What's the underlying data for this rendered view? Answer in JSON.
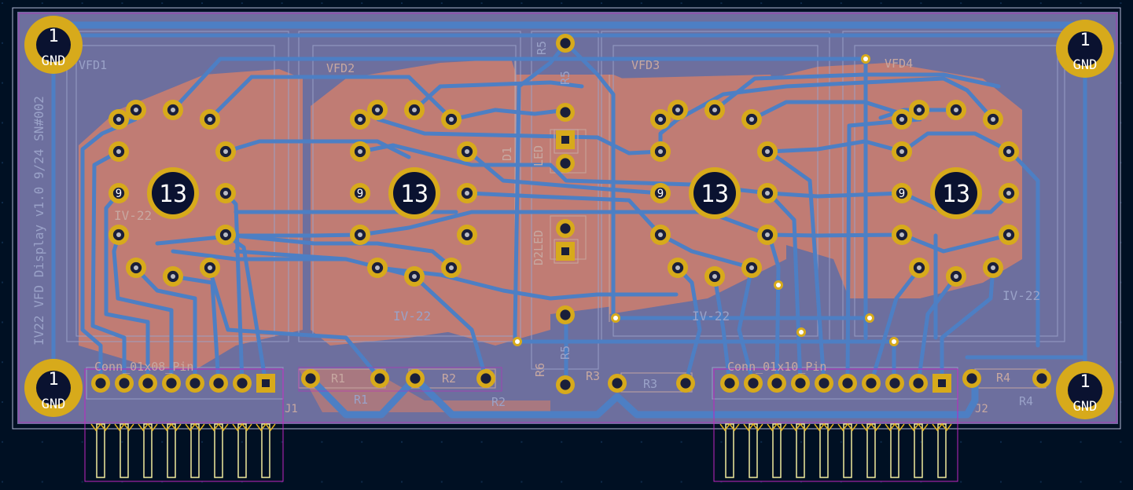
{
  "board": {
    "side_text": "IV22 VFD Display v1.0 9/24 SN#002",
    "colors": {
      "background": "#001023",
      "dots": "#0d2a4a",
      "front_copper": "#c67d72",
      "back_copper": "#4d7fc4",
      "board_tint": "#6d6f9e",
      "pad_gold": "#d7aa1b",
      "silk_front": "#c7a8a1",
      "silk_back": "#9aa2c8",
      "courtyard": "#c026c0",
      "fab_yellow": "#f1eb9c",
      "outline": "#b5b7d6"
    }
  },
  "mounting_holes": [
    {
      "number": "1",
      "net": "GND"
    },
    {
      "number": "1",
      "net": "GND"
    },
    {
      "number": "1",
      "net": "GND"
    },
    {
      "number": "1",
      "net": "GND"
    }
  ],
  "tubes": [
    {
      "ref": "VFD1",
      "value": "IV-22",
      "center_pad": "13",
      "pin_label": "9"
    },
    {
      "ref": "VFD2",
      "value": "IV-22",
      "center_pad": "13",
      "pin_label": "9"
    },
    {
      "ref": "VFD3",
      "value": "IV-22",
      "center_pad": "13",
      "pin_label": "9"
    },
    {
      "ref": "VFD4",
      "value": "IV-22",
      "center_pad": "13",
      "pin_label": "9"
    }
  ],
  "components": {
    "d1_ref": "D1",
    "d1_value": "LED",
    "d2_value": "D2LED",
    "r5_top": "R5",
    "r5_mid": "R5",
    "r5_bottom": "R5",
    "r6": "R6",
    "r1_a": "R1",
    "r1_b": "R1",
    "r2_a": "R2",
    "r2_b": "R2",
    "r3_a": "R3",
    "r3_b": "R3",
    "r4_a": "R4",
    "r4_b": "R4",
    "j1_ref": "J1",
    "j1_value": "Conn_01x08_Pin",
    "j2_ref": "J2",
    "j2_value": "Conn_01x10_Pin"
  }
}
